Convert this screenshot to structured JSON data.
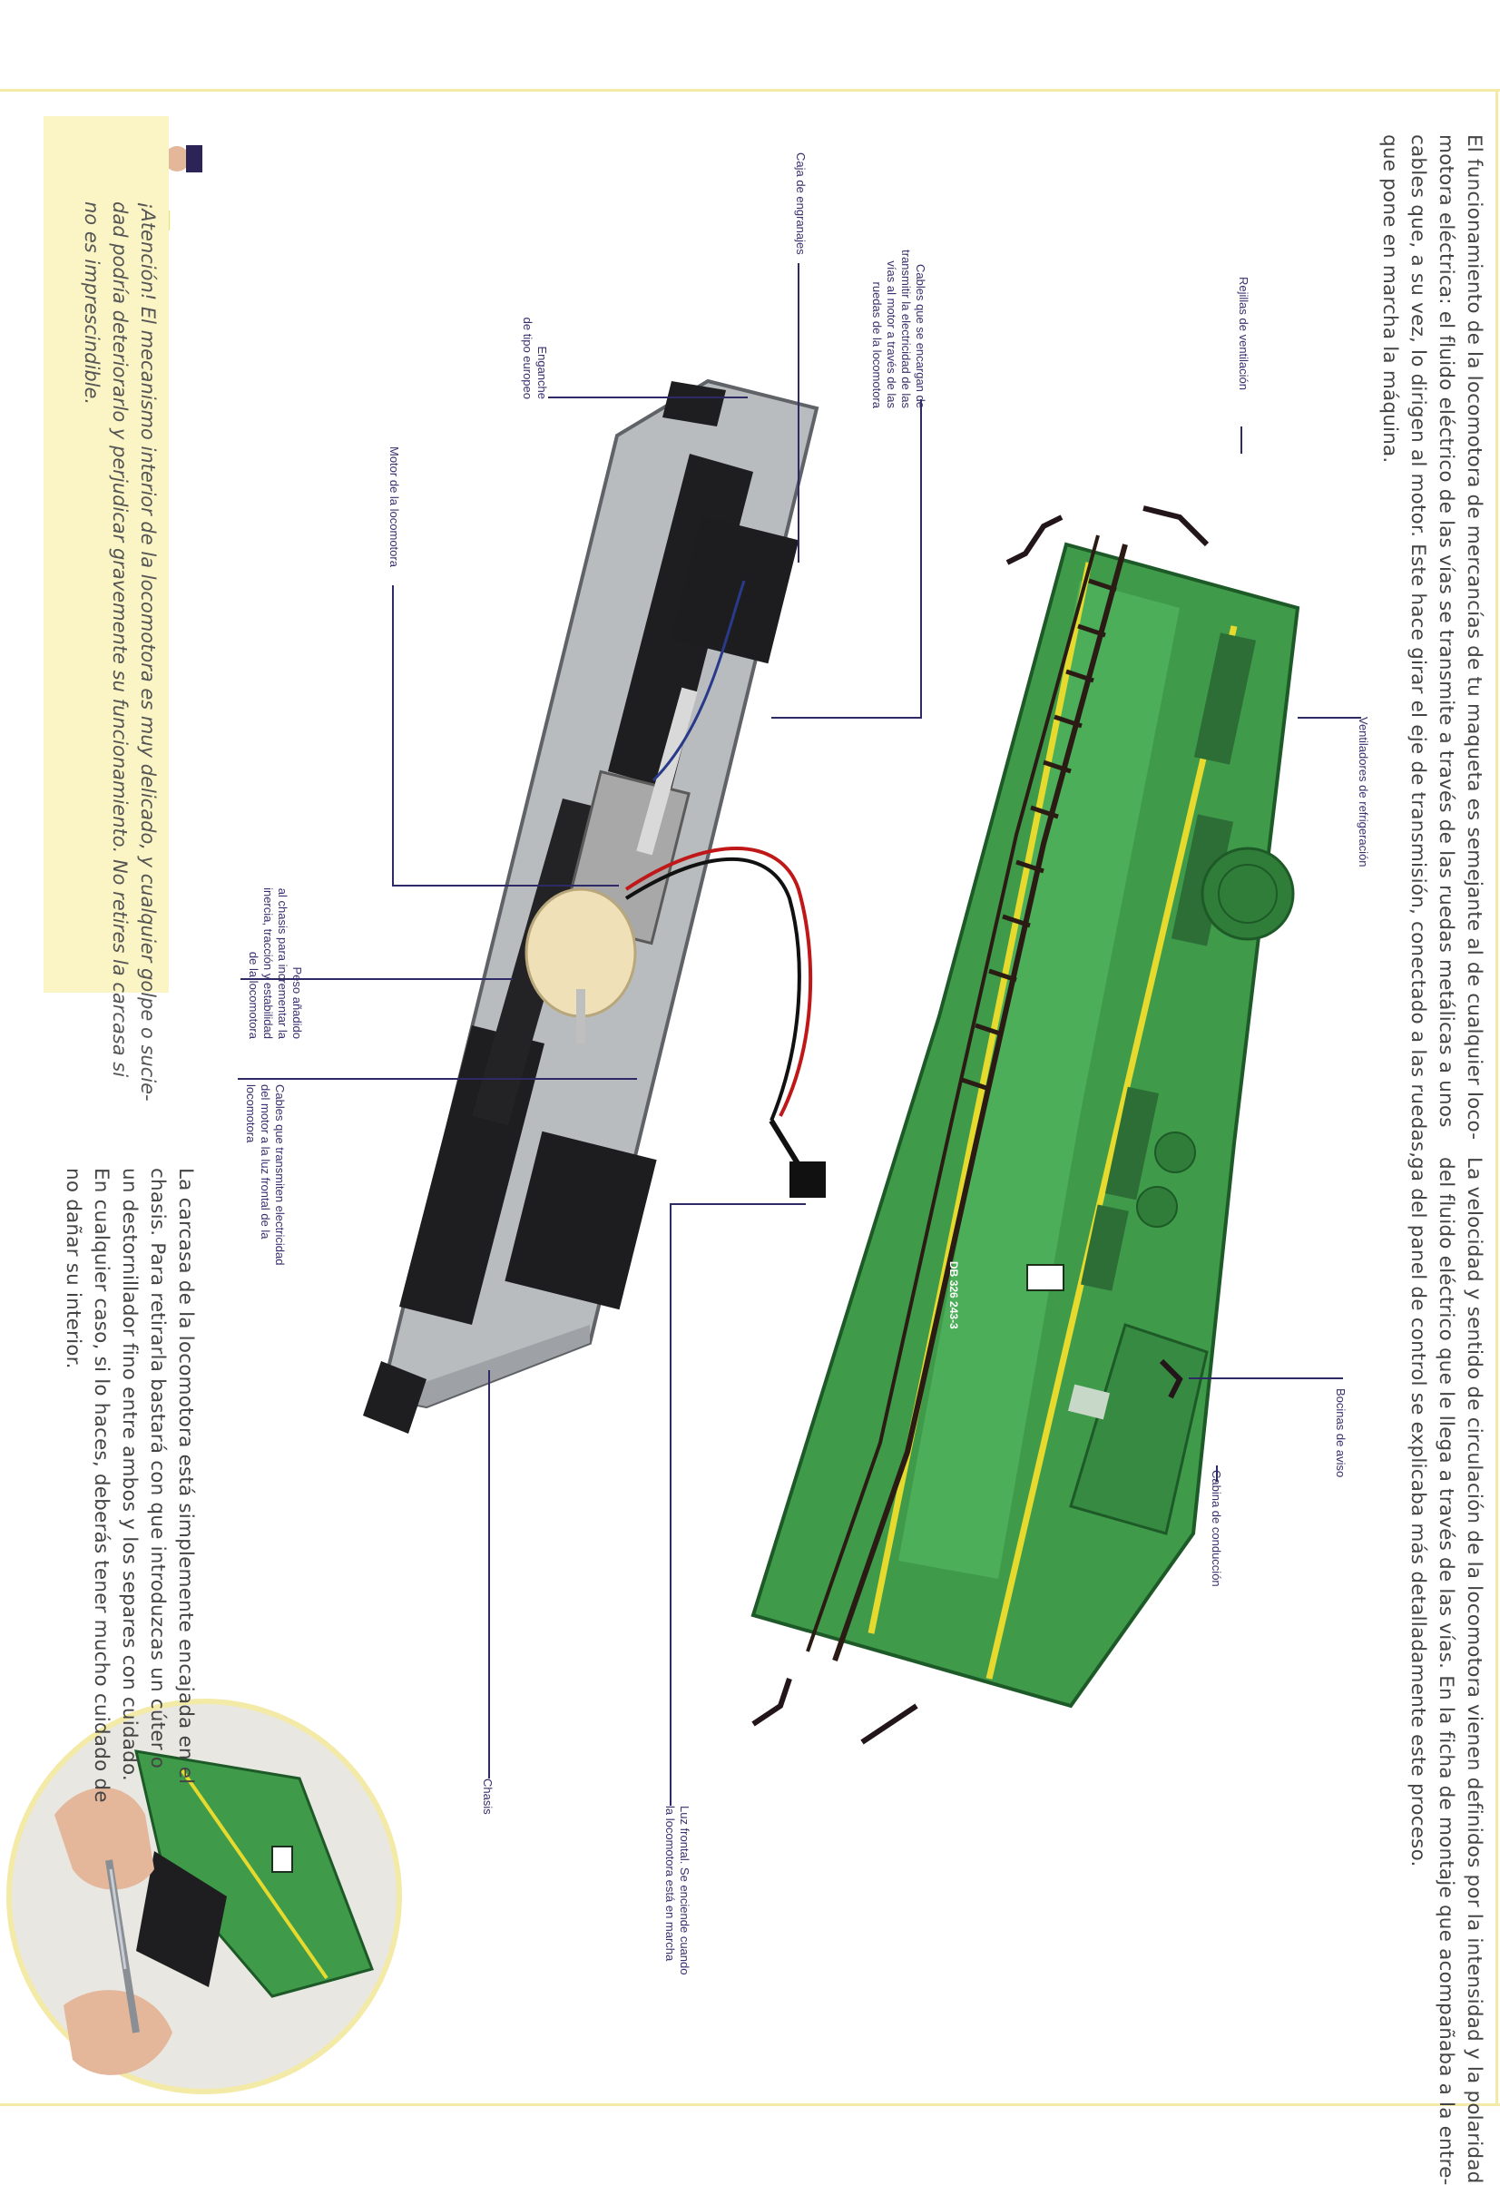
{
  "intro_paragraph": [
    "El funcionamiento de la locomotora de mercancías de tu maqueta es semejante al de cualquier loco-",
    "motora eléctrica: el fluido eléctrico de las vías se transmite a través de las ruedas metálicas a unos",
    "cables que, a su vez, lo dirigen al motor. Este hace girar el eje de transmisión, conectado a las ruedas,",
    "que pone en marcha la máquina."
  ],
  "speed_paragraph": [
    "La velocidad y sentido de circulación de la locomotora vienen definidos por la intensidad y la polaridad",
    "del fluido eléctrico que le llega a través de las vías. En la ficha de montaje que acompañaba a la entre-",
    "ga del panel de control se explicaba más detalladamente este proceso."
  ],
  "warning_note": [
    "¡Atención! El mecanismo interior de la locomotora es muy delicado, y cualquier golpe o sucie-",
    "dad podría deteriorarlo y perjudicar gravemente su funcionamiento. No retires la carcasa si",
    "no es imprescindible."
  ],
  "housing_paragraph": [
    "La carcasa de la locomotora está simplemente encajada en el",
    "chasis. Para retirarla bastará con que introduzcas un cúter o",
    "un destornillador fino entre ambos y los separes con cuidado.",
    "En cualquier caso, si lo haces, deberás tener mucho cuidado de",
    "no dañar su interior."
  ],
  "labels": {
    "rejillas": "Rejillas de ventilación",
    "ventiladores": "Ventiladores de refrigeración",
    "bocinas": "Bocinas de aviso",
    "cabina": "Cabina de conducción",
    "luz_frontal": [
      "Luz frontal. Se enciende cuando",
      "la locomotora está en marcha"
    ],
    "chasis": "Chasis",
    "cables_luz": [
      "Cables que transmiten electricidad",
      "del motor a la luz frontal de la",
      "locomotora"
    ],
    "peso": [
      "Peso añadido",
      "al chasis para incrementar la",
      "inercia, tracción y estabilidad",
      "de la locomotora"
    ],
    "motor": "Motor de la locomotora",
    "enganche": [
      "Enganche",
      "de tipo europeo"
    ],
    "caja": "Caja de engranajes",
    "cables_vias": [
      "Cables que se encargan de",
      "transmitir la electricidad de las",
      "vías al motor a través de las",
      "ruedas de la locomotora"
    ]
  },
  "loco_markings": {
    "brand": "DB",
    "number": "326 243-3"
  },
  "colors": {
    "accent_yellow": "#f3eaa8",
    "note_bg": "#fbf4c4",
    "label_text": "#38306e",
    "loco_green": "#3f9a4a",
    "chassis_grey": "#b9bcbf"
  }
}
